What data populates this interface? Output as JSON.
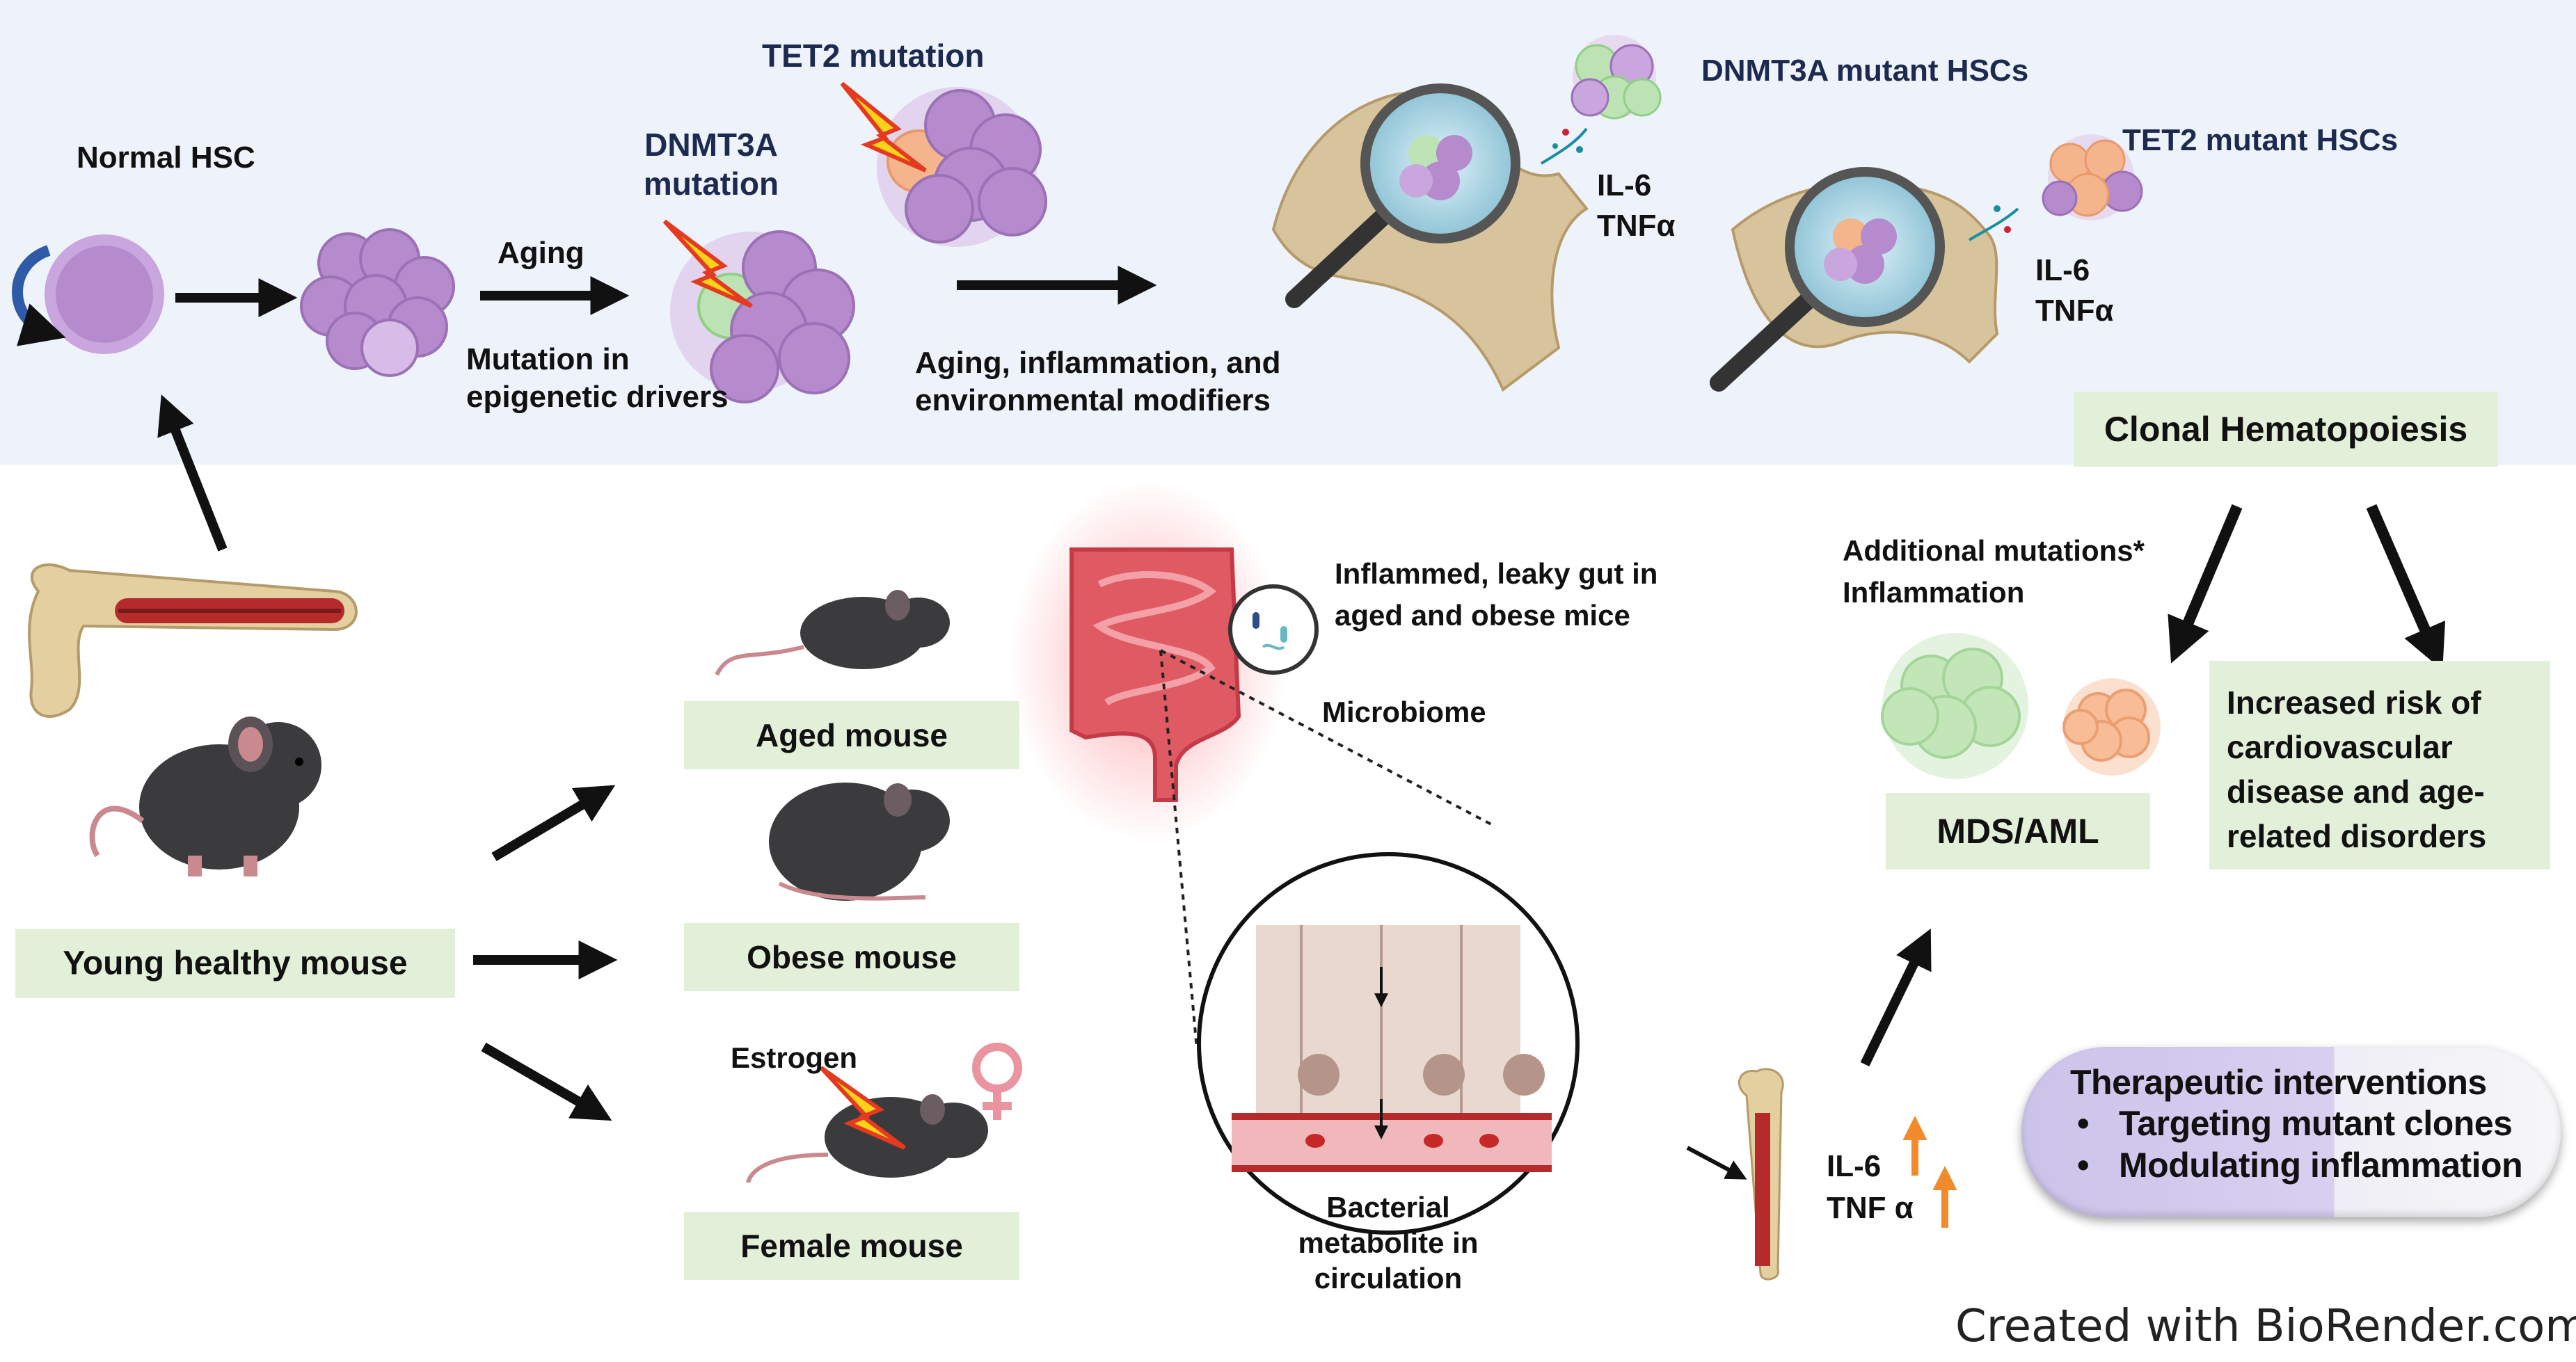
{
  "labels": {
    "normal_hsc": "Normal HSC",
    "tet2_mutation": "TET2 mutation",
    "dnmt3a_mutation": "DNMT3A mutation",
    "aging": "Aging",
    "mutation_epigenetic": "Mutation in epigenetic drivers",
    "aging_inflammation": "Aging, inflammation, and environmental modifiers",
    "dnmt3a_hscs": "DNMT3A mutant HSCs",
    "tet2_hscs": "TET2 mutant HSCs",
    "il6_a": "IL-6",
    "tnfa_a": "TNFα",
    "il6_b": "IL-6",
    "tnfa_b": "TNFα",
    "clonal_hematopoiesis": "Clonal Hematopoiesis",
    "additional_mutations": "Additional mutations*",
    "inflammation": "Inflammation",
    "mds_aml": "MDS/AML",
    "increased_risk": "Increased risk of cardiovascular disease and age-related disorders",
    "inflamed_gut": "Inflammed, leaky gut in aged and obese mice",
    "microbiome": "Microbiome",
    "aged_mouse": "Aged mouse",
    "obese_mouse": "Obese mouse",
    "female_mouse": "Female mouse",
    "young_mouse": "Young healthy mouse",
    "estrogen": "Estrogen",
    "bacterial_metabolite": "Bacterial metabolite in circulation",
    "il6_c": "IL-6",
    "tnfa_c": "TNF α",
    "therapeutic_title": "Therapeutic interventions",
    "therapeutic_items": [
      "Targeting mutant clones",
      "Modulating inflammation"
    ],
    "credit": "Created with BioRender.com"
  },
  "colors": {
    "top_panel": "#eef2fa",
    "label_box": "#e2efd9",
    "hsc_purple": "#b98fd0",
    "dnmt3a_green": "#b9e3b0",
    "tet2_orange": "#f6b58e",
    "bone": "#d8c49c",
    "gut_red": "#e8505a",
    "mouse": "#3b3b3d",
    "arrow_orange": "#f08a2a",
    "pill_purple": "#ccc3ea"
  }
}
